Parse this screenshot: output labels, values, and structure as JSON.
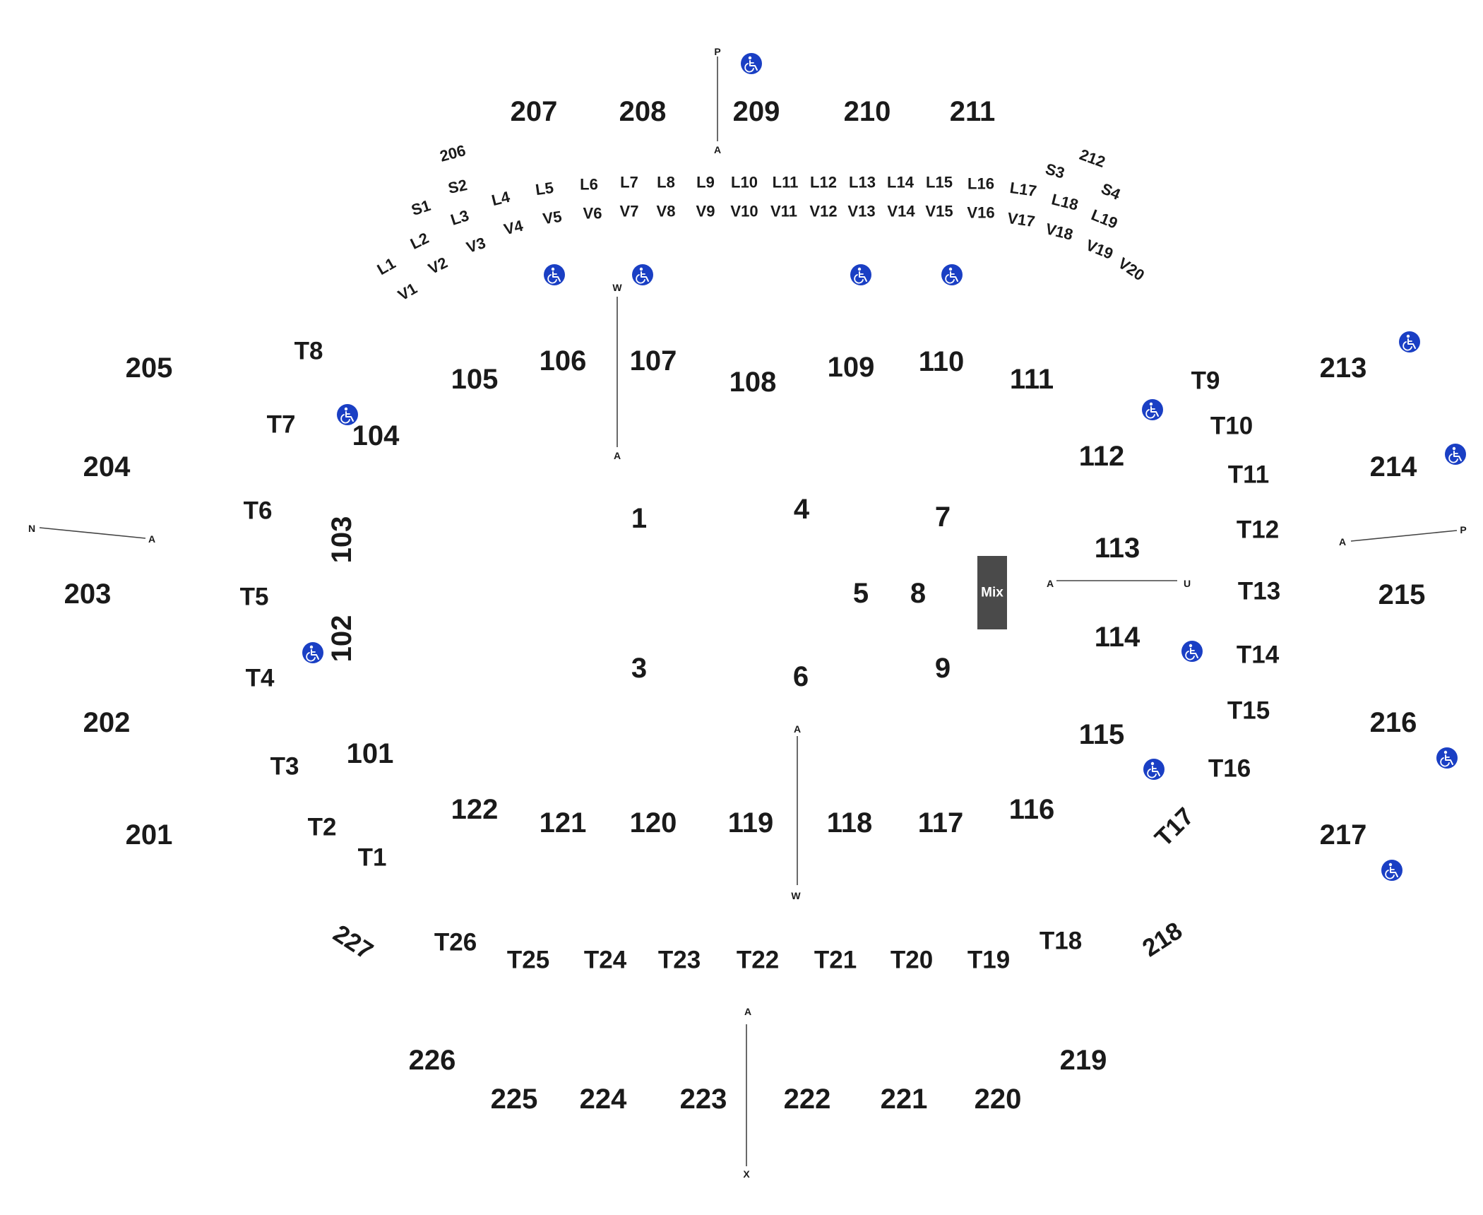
{
  "colors": {
    "accessible": "#1a3fc4",
    "mix": "#4a4a4a",
    "text": "#1a1a1a",
    "aisle": "#444444"
  },
  "mix_label": "Mix",
  "accessibility_icon": "wheelchair-icon",
  "upper_sections": [
    "201",
    "202",
    "203",
    "204",
    "205",
    "206",
    "207",
    "208",
    "209",
    "210",
    "211",
    "212",
    "213",
    "214",
    "215",
    "216",
    "217",
    "218",
    "219",
    "220",
    "221",
    "222",
    "223",
    "224",
    "225",
    "226",
    "227"
  ],
  "lower_sections": [
    "101",
    "102",
    "103",
    "104",
    "105",
    "106",
    "107",
    "108",
    "109",
    "110",
    "111",
    "112",
    "113",
    "114",
    "115",
    "116",
    "117",
    "118",
    "119",
    "120",
    "121",
    "122"
  ],
  "floor_sections": [
    "1",
    "3",
    "4",
    "5",
    "6",
    "7",
    "8",
    "9"
  ],
  "t_sections": [
    "T1",
    "T2",
    "T3",
    "T4",
    "T5",
    "T6",
    "T7",
    "T8",
    "T9",
    "T10",
    "T11",
    "T12",
    "T13",
    "T14",
    "T15",
    "T16",
    "T17",
    "T18",
    "T19",
    "T20",
    "T21",
    "T22",
    "T23",
    "T24",
    "T25",
    "T26"
  ],
  "s_sections": [
    "S1",
    "S2",
    "S3",
    "S4"
  ],
  "l_sections": [
    "L1",
    "L2",
    "L3",
    "L4",
    "L5",
    "L6",
    "L7",
    "L8",
    "L9",
    "L10",
    "L11",
    "L12",
    "L13",
    "L14",
    "L15",
    "L16",
    "L17",
    "L18",
    "L19"
  ],
  "v_sections": [
    "V1",
    "V2",
    "V3",
    "V4",
    "V5",
    "V6",
    "V7",
    "V8",
    "V9",
    "V10",
    "V11",
    "V12",
    "V13",
    "V14",
    "V15",
    "V16",
    "V17",
    "V18",
    "V19",
    "V20"
  ],
  "row_markers": {
    "p": "P",
    "a": "A",
    "w": "W",
    "n": "N",
    "u": "U",
    "x": "X"
  }
}
